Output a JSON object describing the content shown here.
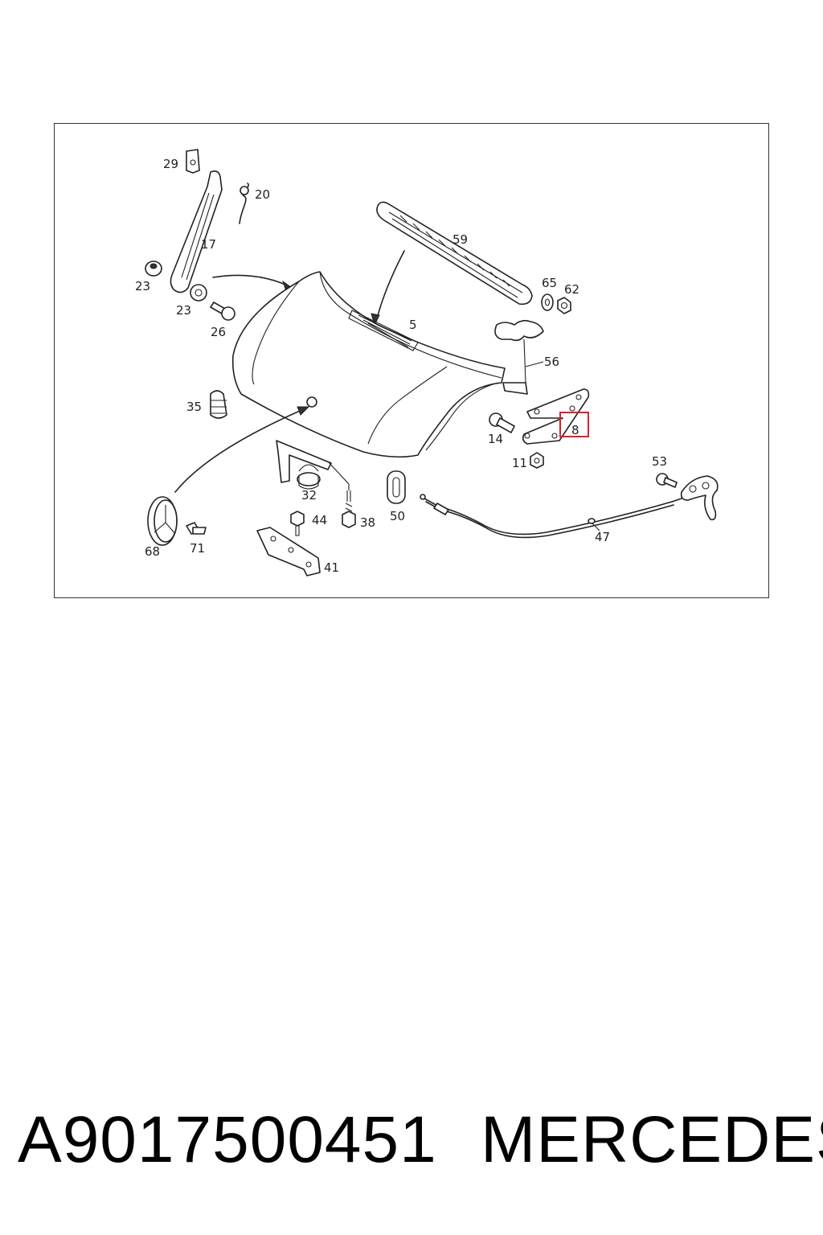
{
  "diagram": {
    "callouts": [
      {
        "id": "29",
        "label": "29"
      },
      {
        "id": "20",
        "label": "20"
      },
      {
        "id": "17",
        "label": "17"
      },
      {
        "id": "23a",
        "label": "23"
      },
      {
        "id": "23b",
        "label": "23"
      },
      {
        "id": "26",
        "label": "26"
      },
      {
        "id": "59",
        "label": "59"
      },
      {
        "id": "65",
        "label": "65"
      },
      {
        "id": "62",
        "label": "62"
      },
      {
        "id": "5",
        "label": "5"
      },
      {
        "id": "56",
        "label": "56"
      },
      {
        "id": "35",
        "label": "35"
      },
      {
        "id": "8",
        "label": "8"
      },
      {
        "id": "14",
        "label": "14"
      },
      {
        "id": "11",
        "label": "11"
      },
      {
        "id": "53",
        "label": "53"
      },
      {
        "id": "32",
        "label": "32"
      },
      {
        "id": "44",
        "label": "44"
      },
      {
        "id": "38",
        "label": "38"
      },
      {
        "id": "50",
        "label": "50"
      },
      {
        "id": "47",
        "label": "47"
      },
      {
        "id": "68",
        "label": "68"
      },
      {
        "id": "71",
        "label": "71"
      },
      {
        "id": "41",
        "label": "41"
      }
    ],
    "highlighted_callout": "8",
    "highlight_color": "#e0202a"
  },
  "footer": {
    "part_number": "A9017500451",
    "brand": "MERCEDES"
  }
}
